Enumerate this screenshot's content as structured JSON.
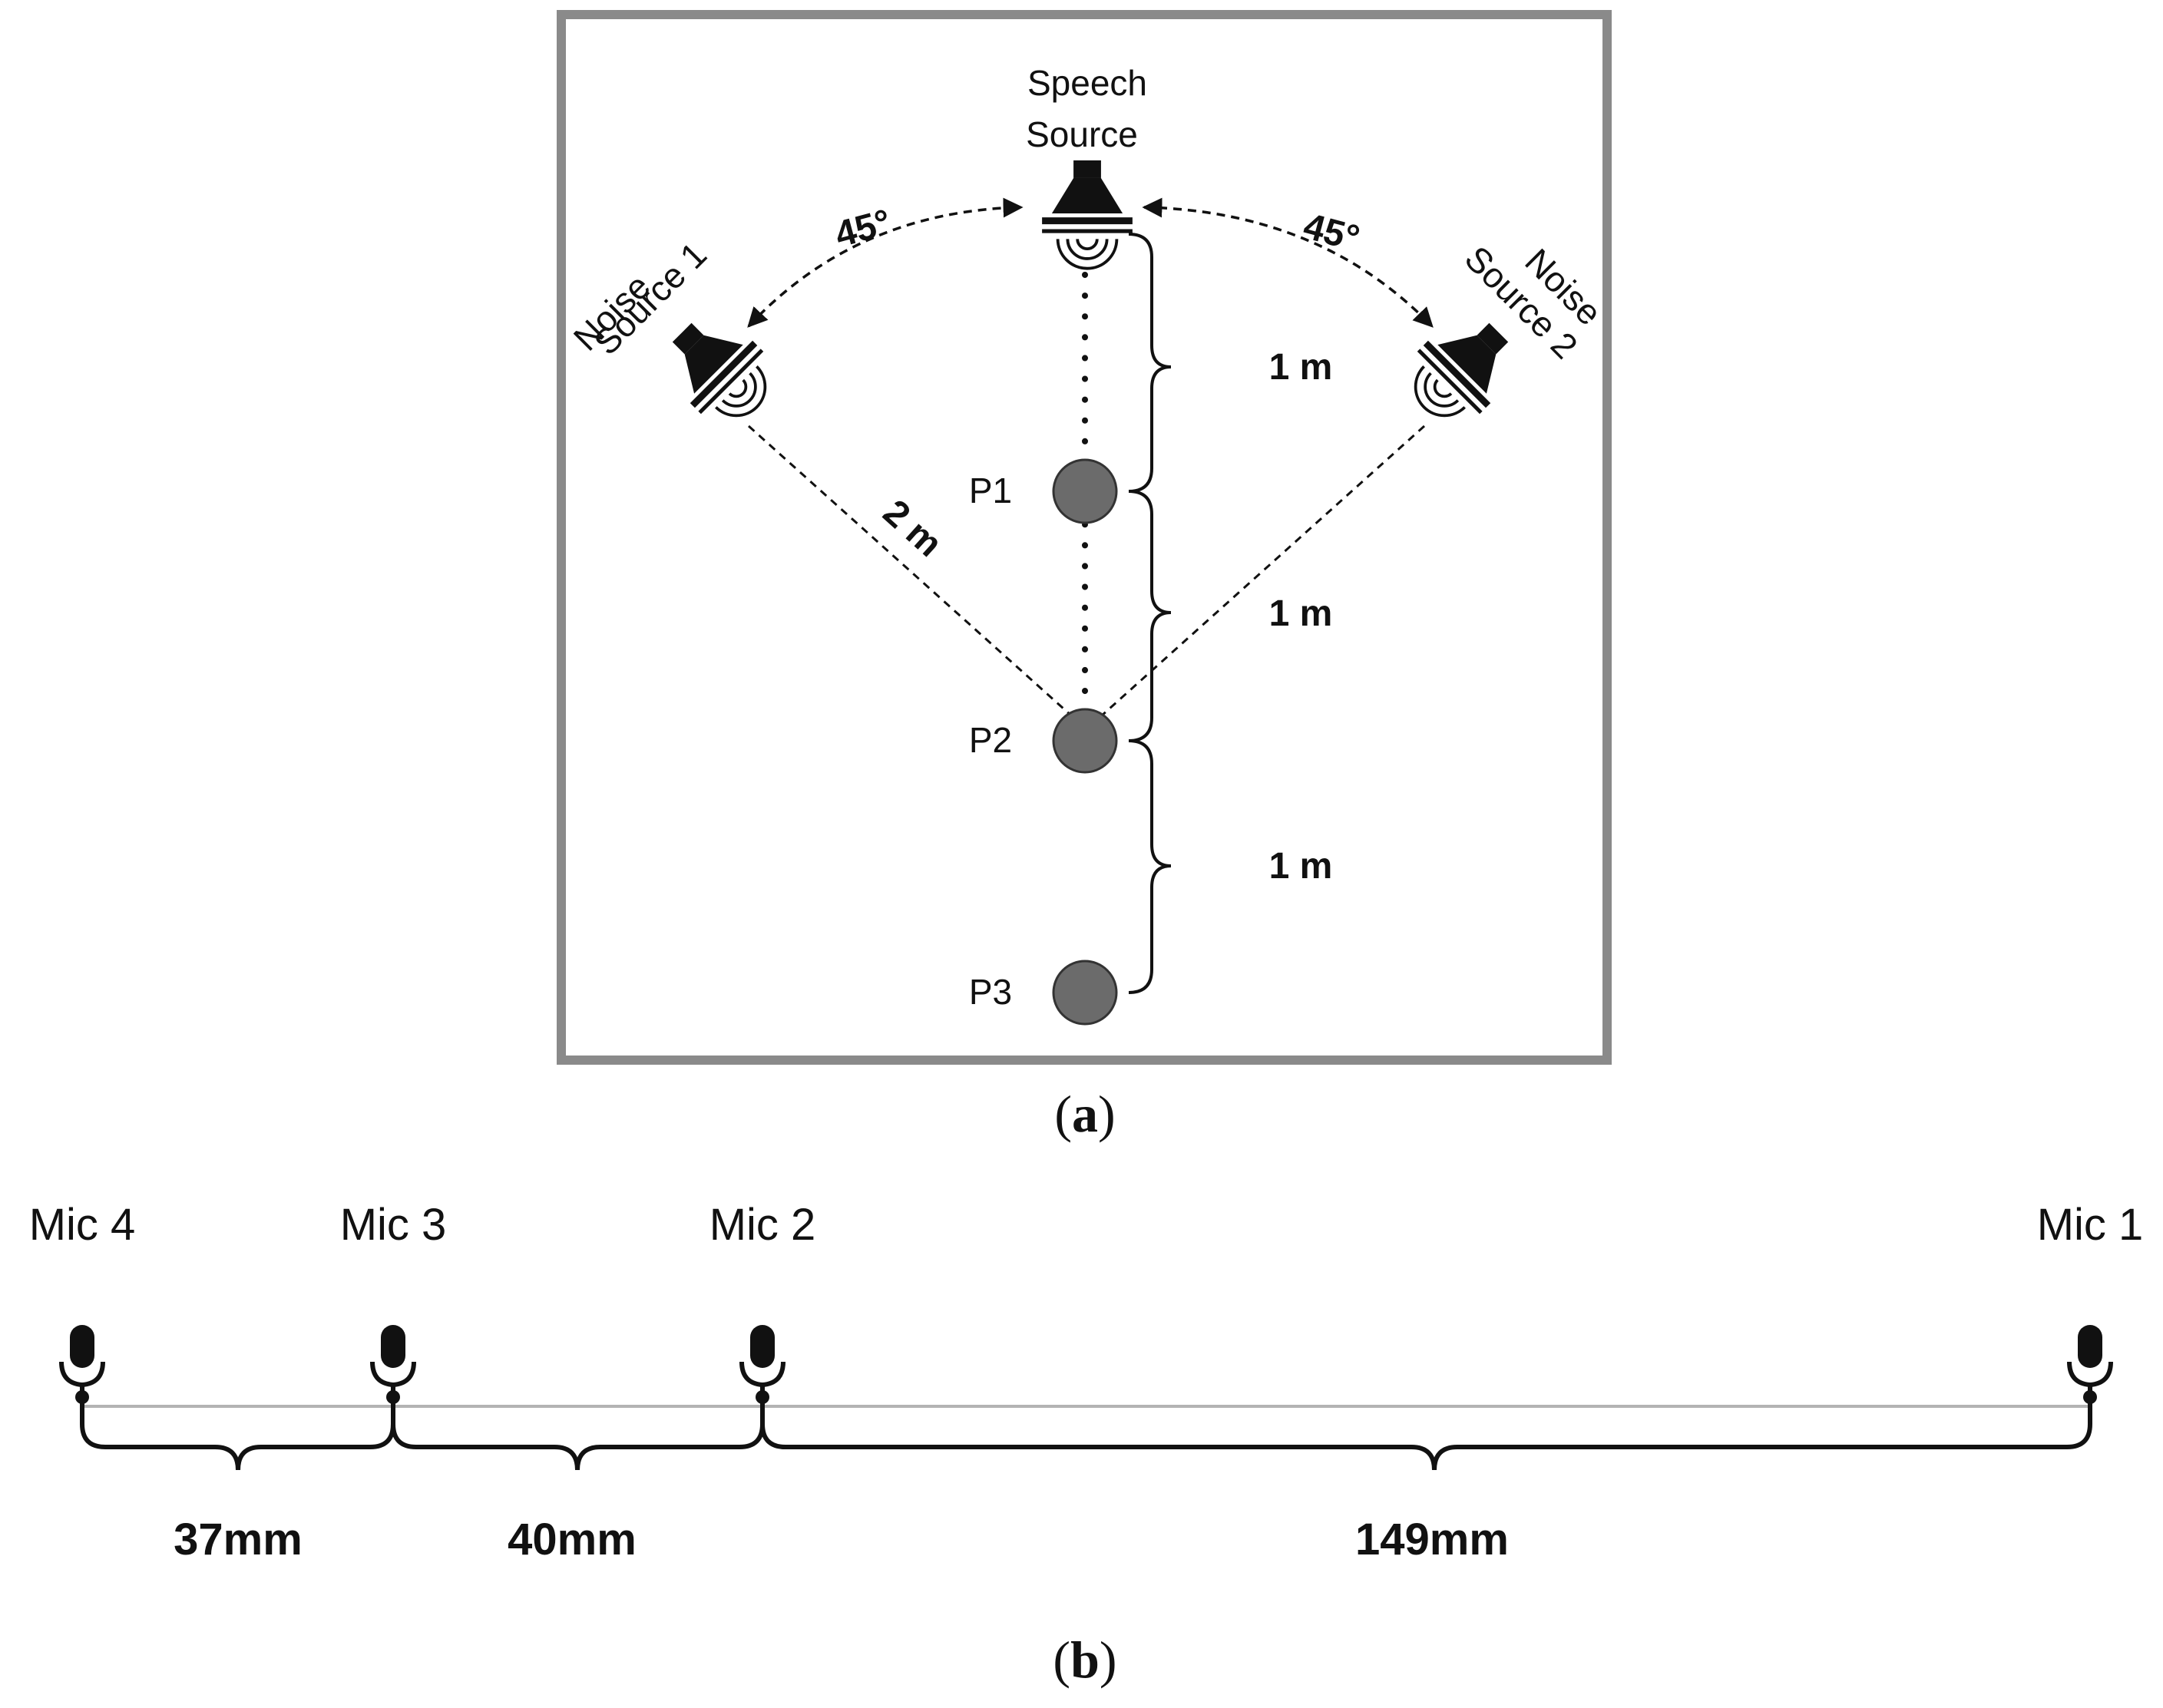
{
  "panel_a": {
    "speech_source": [
      "Speech",
      "Source"
    ],
    "noise_source_1": [
      "Noise",
      "Source 1"
    ],
    "noise_source_2": [
      "Noise",
      "Source 2"
    ],
    "angle_left": "45°",
    "angle_right": "45°",
    "diag_distance": "2 m",
    "positions": [
      "P1",
      "P2",
      "P3"
    ],
    "spacings": [
      "1 m",
      "1 m",
      "1 m"
    ],
    "caption_open": "(",
    "caption_letter": "a",
    "caption_close": ")"
  },
  "panel_b": {
    "mics": [
      "Mic 4",
      "Mic 3",
      "Mic 2",
      "Mic 1"
    ],
    "spacings": [
      "37mm",
      "40mm",
      "149mm"
    ],
    "caption_open": "(",
    "caption_letter": "b",
    "caption_close": ")"
  },
  "colors": {
    "frame": "#8a8a8a",
    "position_fill": "#6b6b6b",
    "ink": "#111111"
  }
}
